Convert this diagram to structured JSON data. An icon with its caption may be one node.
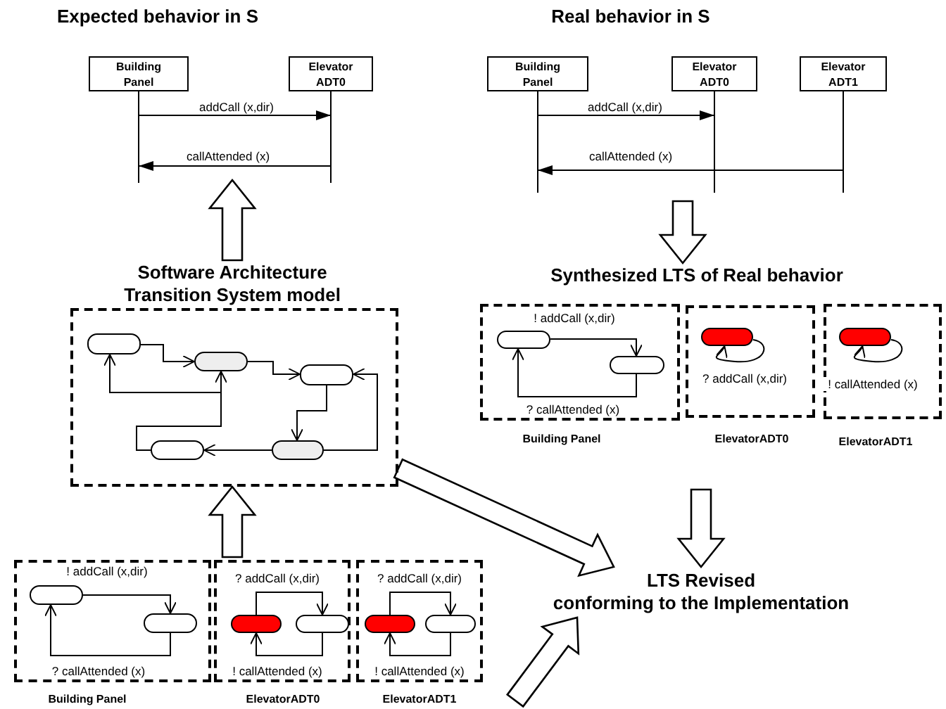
{
  "diagram": {
    "nodes": [
      {
        "text": [
          "Expected behavior in S"
        ]
      },
      {
        "text": [
          "Real behavior in S"
        ]
      },
      {
        "text": [
          "Building Panel"
        ]
      },
      {
        "text": [
          "Elevator ADT0"
        ]
      },
      {
        "text": [
          "Building Panel"
        ]
      },
      {
        "text": [
          "Elevator ADT0"
        ]
      },
      {
        "text": [
          "Elevator ADT1"
        ]
      },
      {
        "text": [
          "Software Architecture Transition System model"
        ]
      },
      {
        "text": [
          "Synthesized LTS of Real behavior"
        ]
      },
      {
        "text": [],
        "shape": "box"
      },
      {
        "text": [],
        "shape": "box",
        "in": 9
      },
      {
        "text": [],
        "shape": "box",
        "in": 9
      },
      {
        "text": [],
        "shape": "box",
        "in": 9
      },
      {
        "text": [],
        "shape": "box",
        "in": 9
      },
      {
        "text": [],
        "shape": "box",
        "in": 9
      },
      {
        "text": [],
        "shape": "box",
        "beside": [
          "Building Panel"
        ]
      },
      {
        "text": [],
        "shape": "box",
        "in": 15
      },
      {
        "text": [],
        "shape": "box",
        "in": 15
      },
      {
        "text": [],
        "shape": "box",
        "beside": [
          "ElevatorADT0"
        ]
      },
      {
        "text": [],
        "shape": "box",
        "in": 18
      },
      {
        "text": [],
        "shape": "box",
        "beside": [
          "ElevatorADT1"
        ]
      },
      {
        "text": [],
        "shape": "box",
        "in": 20
      },
      {
        "text": [],
        "shape": "box",
        "beside": [
          "Building Panel"
        ]
      },
      {
        "text": [],
        "shape": "box",
        "in": 22
      },
      {
        "text": [],
        "shape": "box",
        "in": 22
      },
      {
        "text": [],
        "shape": "box",
        "beside": [
          "ElevatorADT0"
        ]
      },
      {
        "text": [],
        "shape": "box",
        "in": 25
      },
      {
        "text": [],
        "shape": "box",
        "in": 25
      },
      {
        "text": [],
        "shape": "box",
        "beside": [
          "ElevatorADT1"
        ]
      },
      {
        "text": [],
        "shape": "box",
        "in": 28
      },
      {
        "text": [],
        "shape": "box",
        "in": 28
      },
      {
        "text": [
          "LTS Revised",
          "conforming to the Implementation"
        ]
      }
    ],
    "edges": [
      {
        "from": 2,
        "to": 3,
        "arrow": "to",
        "label": "addCall (x,dir)"
      },
      {
        "from": 3,
        "to": 2,
        "arrow": "to",
        "label": "callAttended (x)"
      },
      {
        "from": 4,
        "to": 5,
        "arrow": "to",
        "label": "addCall (x,dir)"
      },
      {
        "from": 6,
        "to": 4,
        "arrow": "to",
        "label": "callAttended (x)"
      },
      {
        "from": 7,
        "to": null,
        "arrow": "to",
        "style": "thick"
      },
      {
        "from": null,
        "to": 8,
        "arrow": "to",
        "style": "thick"
      },
      {
        "from": 9,
        "to": 31,
        "arrow": "to",
        "style": "thick"
      },
      {
        "from": null,
        "to": 31,
        "arrow": "to",
        "style": "thick"
      },
      {
        "from": null,
        "to": 31,
        "arrow": "to",
        "style": "thick"
      },
      {
        "from": null,
        "to": 9,
        "arrow": "to",
        "style": "thick"
      },
      {
        "from": 10,
        "to": 11,
        "arrow": "to"
      },
      {
        "from": 11,
        "to": 12,
        "arrow": "to"
      },
      {
        "from": 12,
        "to": 14,
        "arrow": "to"
      },
      {
        "from": 14,
        "to": 13,
        "arrow": "to"
      },
      {
        "from": 14,
        "to": 12,
        "arrow": "to"
      },
      {
        "from": 13,
        "to": 11,
        "arrow": "to"
      },
      {
        "from": 13,
        "to": 10,
        "arrow": "to"
      },
      {
        "from": 16,
        "to": 17,
        "arrow": "to",
        "label": "! addCall (x,dir)"
      },
      {
        "from": 17,
        "to": 16,
        "arrow": "to",
        "label": "? callAttended (x)"
      },
      {
        "from": 19,
        "to": 19,
        "arrow": "to",
        "label": "? addCall (x,dir)"
      },
      {
        "from": 21,
        "to": 21,
        "arrow": "to",
        "label": "! callAttended (x)"
      },
      {
        "from": 23,
        "to": 24,
        "arrow": "to",
        "label": "! addCall (x,dir)"
      },
      {
        "from": 24,
        "to": 23,
        "arrow": "to",
        "label": "? callAttended (x)"
      },
      {
        "from": 26,
        "to": 27,
        "arrow": "to",
        "label": "? addCall (x,dir)"
      },
      {
        "from": 27,
        "to": 26,
        "arrow": "to",
        "label": "! callAttended (x)"
      },
      {
        "from": 29,
        "to": 30,
        "arrow": "to",
        "label": "? addCall (x,dir)"
      },
      {
        "from": 30,
        "to": 29,
        "arrow": "to",
        "label": "! callAttended (x)"
      }
    ]
  }
}
